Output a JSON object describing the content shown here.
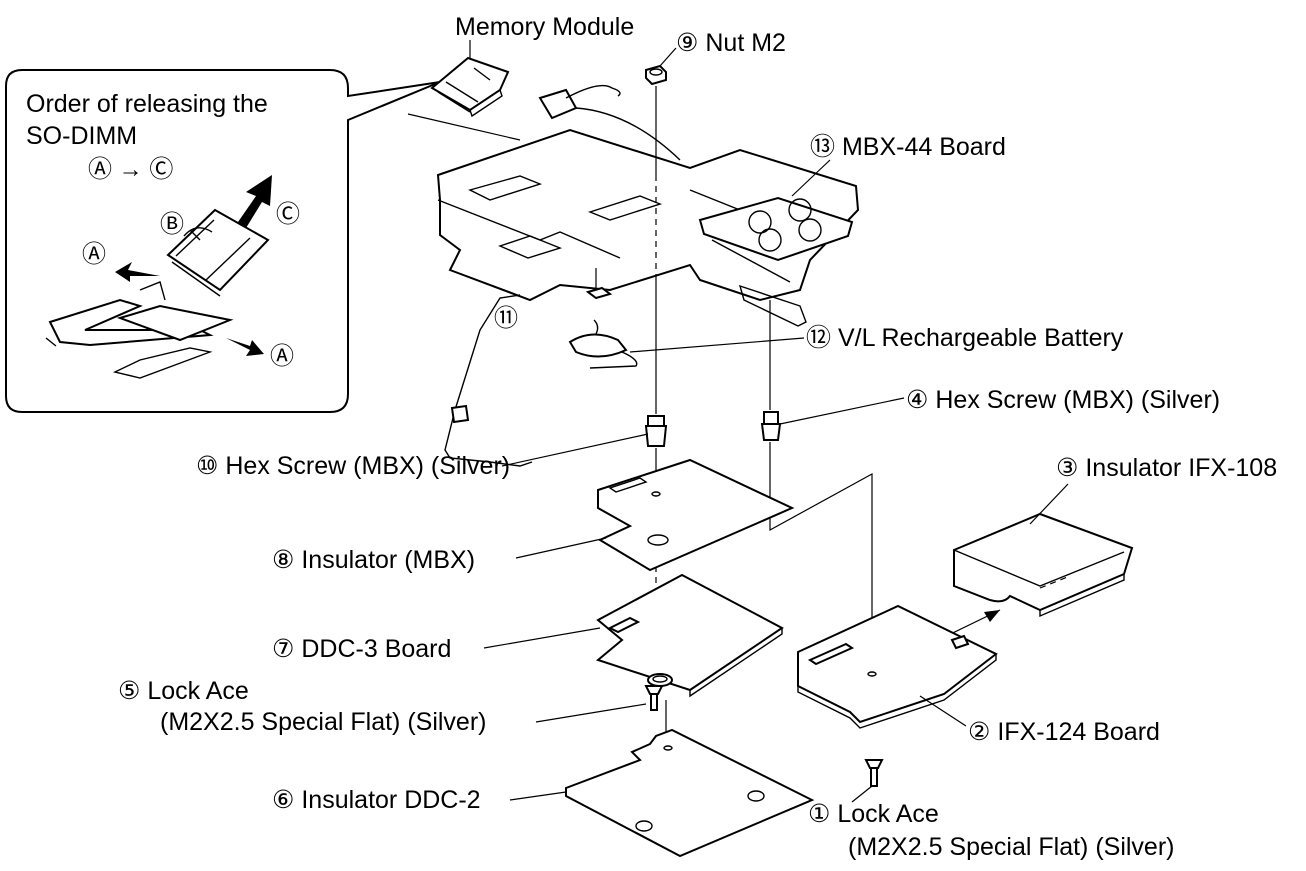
{
  "inset": {
    "title_line1": "Order of releasing the",
    "title_line2": "SO-DIMM",
    "sequence": "Ⓐ → Ⓒ",
    "marker_a": "Ⓐ",
    "marker_b": "Ⓑ",
    "marker_c": "Ⓒ"
  },
  "labels": {
    "memory_module": "Memory Module",
    "nut_m2": "⑨ Nut M2",
    "mbx44_board": "⑬ MBX-44 Board",
    "connector_11": "⑪",
    "vl_battery": "⑫ V/L Rechargeable Battery",
    "hex_screw_4": "④ Hex Screw (MBX) (Silver)",
    "insulator_ifx108": "③ Insulator IFX-108",
    "hex_screw_10": "⑩ Hex Screw (MBX) (Silver)",
    "insulator_mbx": "⑧ Insulator (MBX)",
    "ddc3_board": "⑦ DDC-3 Board",
    "lock_ace_5_line1": "⑤ Lock Ace",
    "lock_ace_5_line2": "(M2X2.5 Special Flat) (Silver)",
    "ifx124_board": "② IFX-124 Board",
    "insulator_ddc2": "⑥ Insulator DDC-2",
    "lock_ace_1_line1": "① Lock Ace",
    "lock_ace_1_line2": "(M2X2.5 Special Flat) (Silver)"
  },
  "colors": {
    "ink": "#000000",
    "background": "#ffffff"
  }
}
